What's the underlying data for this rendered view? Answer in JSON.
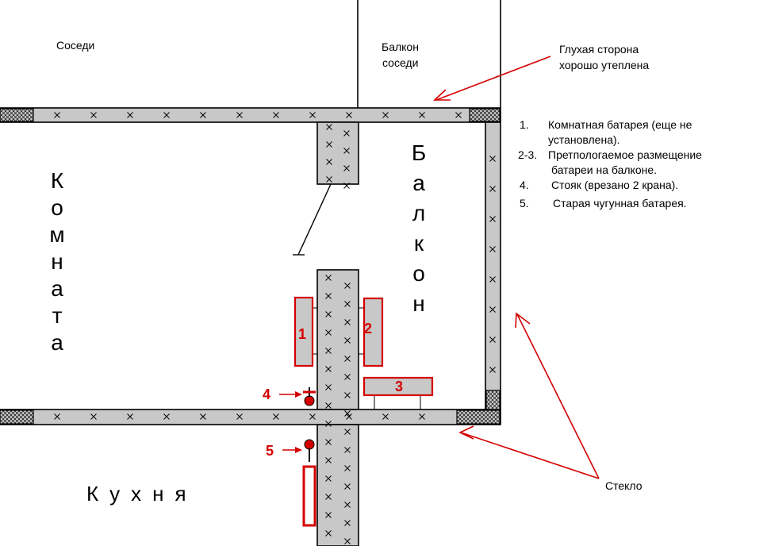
{
  "labels": {
    "neighbors": "Соседи",
    "neighbor_balcony_line1": "Балкон",
    "neighbor_balcony_line2": "соседи",
    "blind_side_line1": "Глухая сторона",
    "blind_side_line2": "хорошо утеплена",
    "glass": "Стекло"
  },
  "rooms": {
    "room_letters": [
      "К",
      "о",
      "м",
      "н",
      "а",
      "т",
      "а"
    ],
    "balcony_letters": [
      "Б",
      "а",
      "л",
      "к",
      "о",
      "н"
    ],
    "kitchen": "Кухня"
  },
  "legend": [
    {
      "num": "1.",
      "lines": [
        "Комнатная батарея (еще не",
        "установлена)."
      ]
    },
    {
      "num": "2-3.",
      "lines": [
        "Претпологаемое размещение",
        "батареи на балконе."
      ]
    },
    {
      "num": "4.",
      "lines": [
        "Стояк (врезано 2 крана)."
      ]
    },
    {
      "num": "5.",
      "lines": [
        "Старая чугунная батарея."
      ]
    }
  ],
  "markers": {
    "rad1": "1",
    "rad2": "2",
    "rad3": "3",
    "riser": "4",
    "old_radiator": "5"
  },
  "colors": {
    "wall_fill": "#c8c8c8",
    "accent_red": "#d40000",
    "ink": "#000000",
    "background": "#ffffff"
  }
}
